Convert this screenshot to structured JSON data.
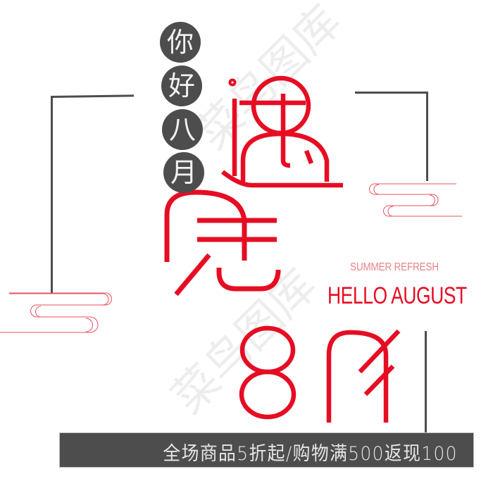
{
  "poster": {
    "greeting_circles": [
      {
        "char": "你"
      },
      {
        "char": "好"
      },
      {
        "char": "八"
      },
      {
        "char": "月"
      }
    ],
    "headline_chars": [
      "遇",
      "见",
      "8月"
    ],
    "subtitle_en": "SUMMER REFRESH",
    "title_en": "HELLO AUGUST",
    "banner": {
      "text": "全场商品5折起/购物满500返现100"
    },
    "watermark": "菜鸟图库"
  },
  "colors": {
    "accent_red": "#e60d23",
    "subtitle_pink": "#e8838b",
    "frame_gray": "#4d4d4d",
    "cloud_red": "#e8505e",
    "background": "#ffffff"
  }
}
